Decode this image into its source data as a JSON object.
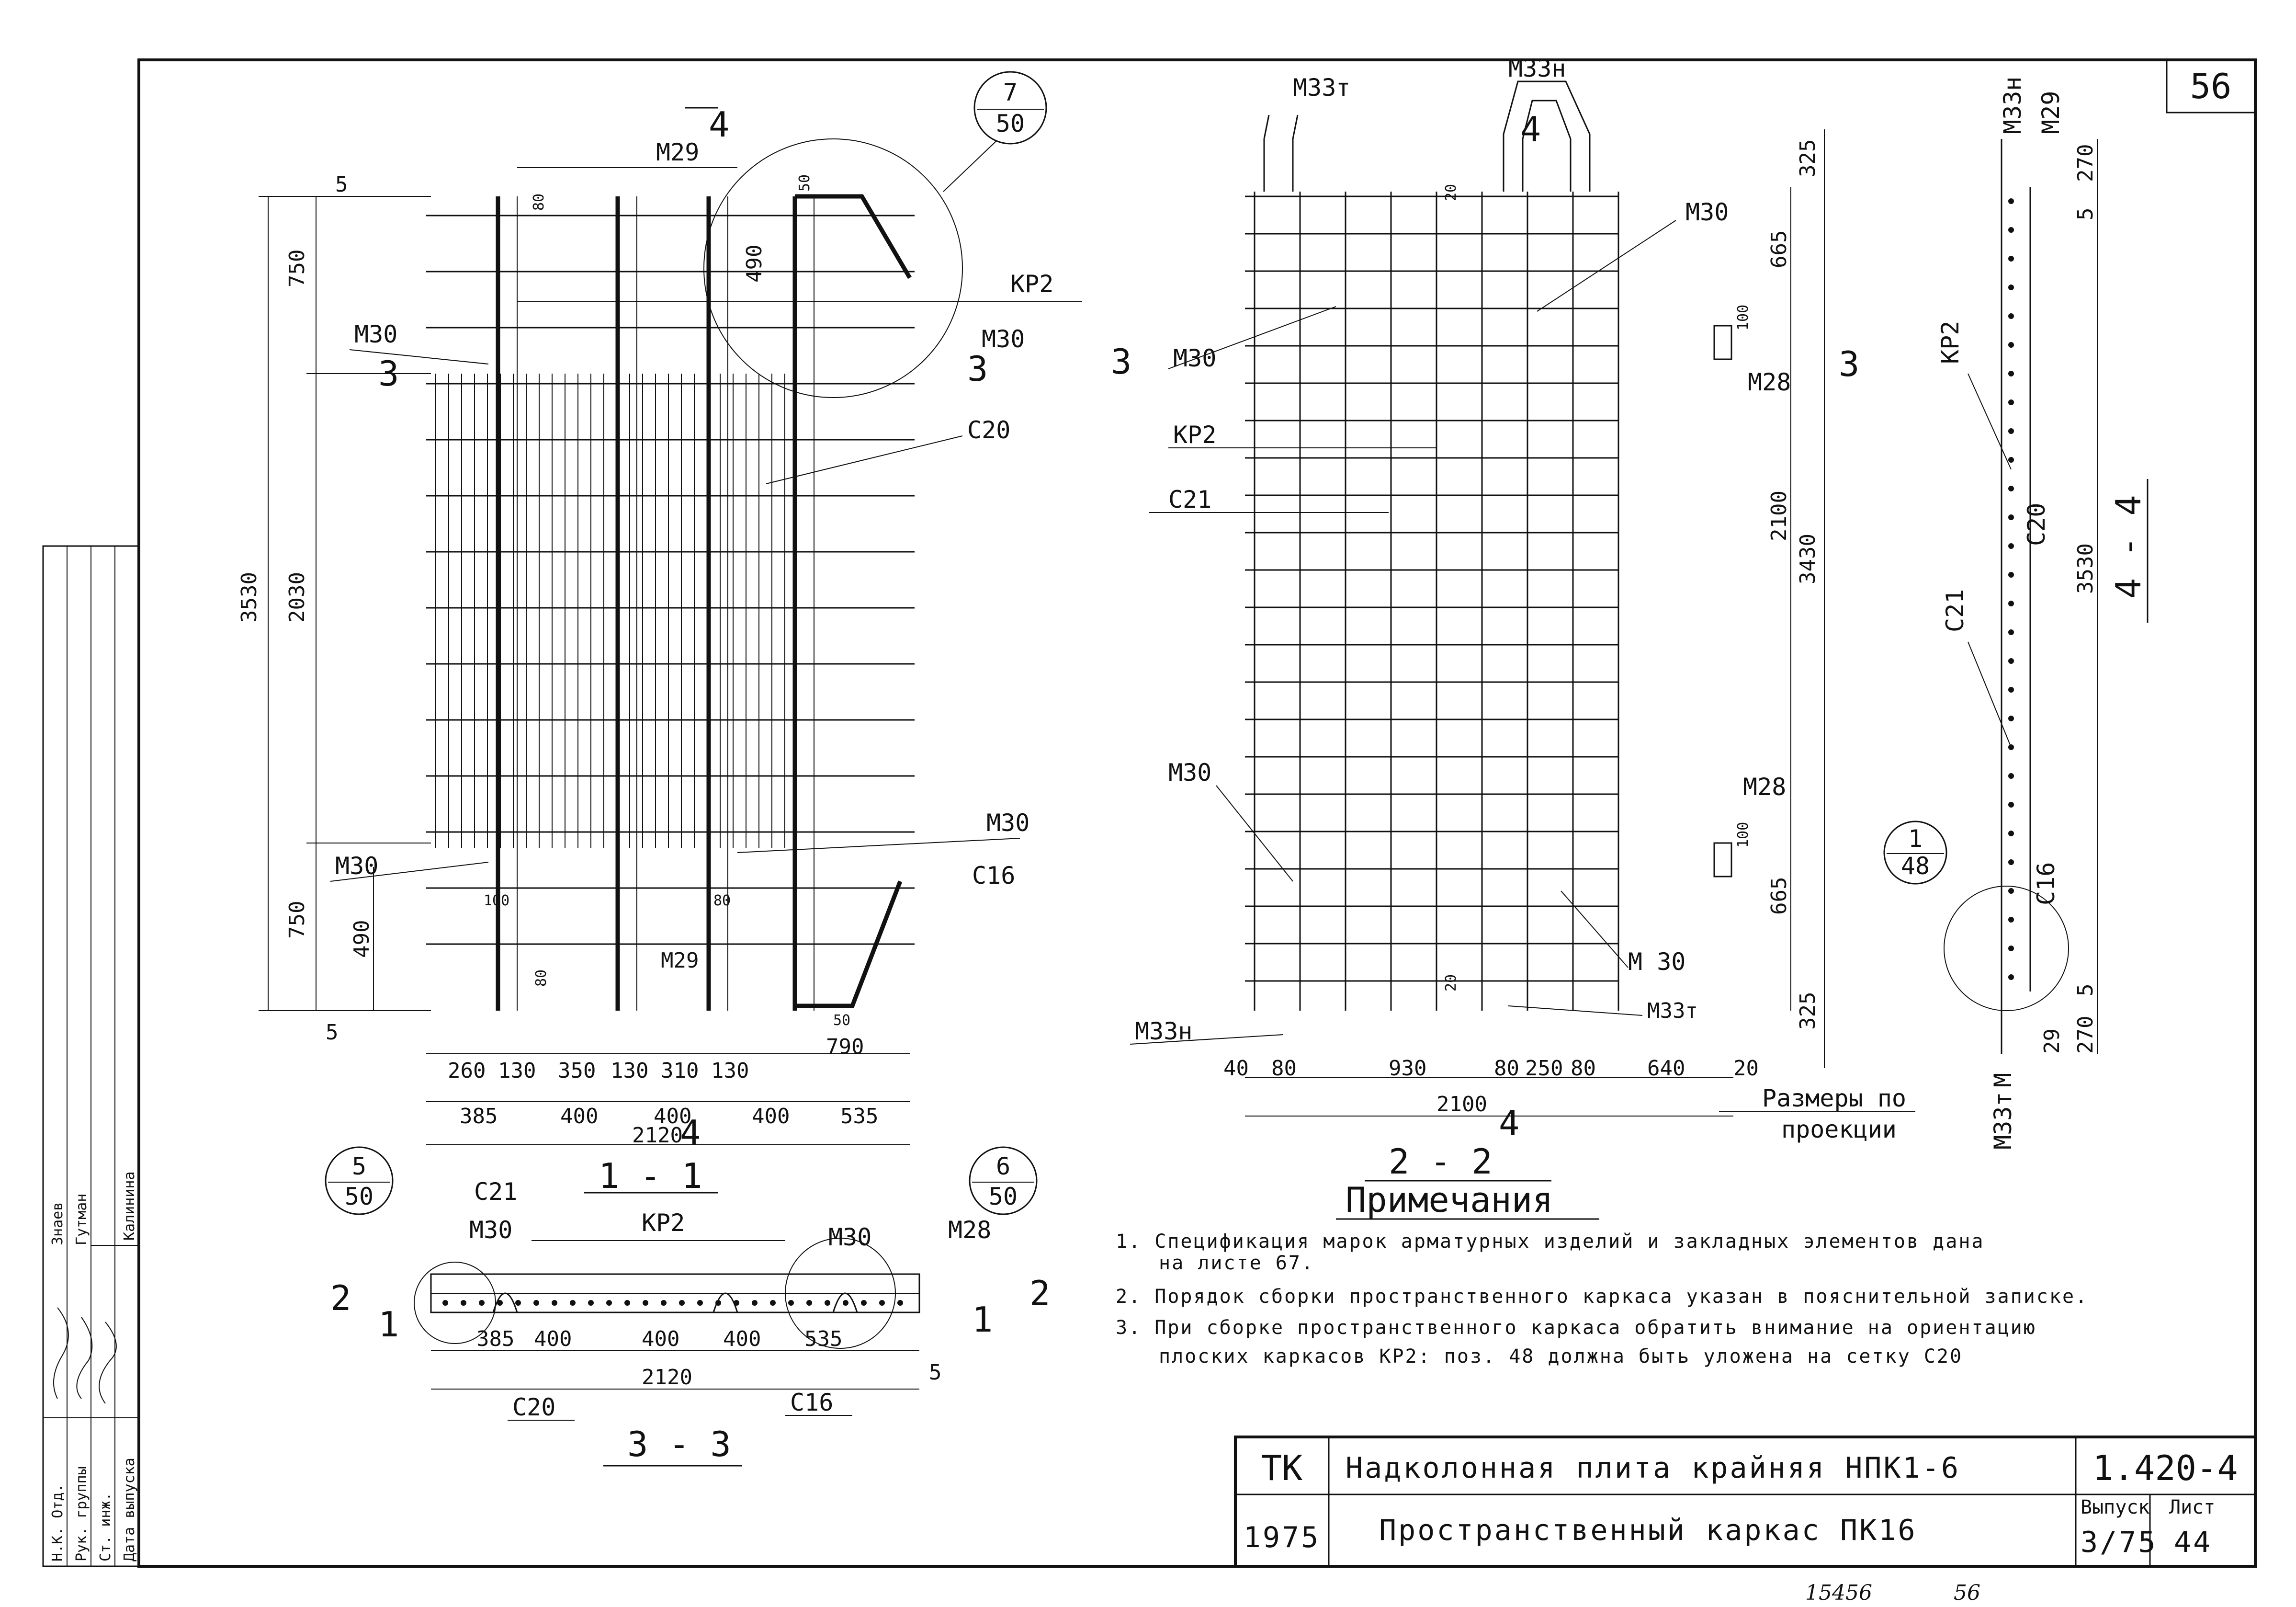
{
  "sheet_number": "56",
  "views": {
    "section_1_1": {
      "title": "1 - 1",
      "cut_marks": [
        "4",
        "4",
        "3",
        "3"
      ],
      "labels": [
        "М29",
        "М30",
        "М30",
        "КР2",
        "С20",
        "М30",
        "С16",
        "М30",
        "М29"
      ],
      "callout": {
        "top": "7",
        "bottom": "50"
      },
      "dims_vertical": [
        "5",
        "750",
        "3530",
        "2030",
        "750",
        "490",
        "5",
        "80",
        "490",
        "50",
        "100",
        "80",
        "80"
      ],
      "dims_bottom_row1": [
        "260",
        "130",
        "350",
        "130",
        "310",
        "130",
        "790"
      ],
      "dims_bottom_row2": [
        "385",
        "400",
        "400",
        "400",
        "535"
      ],
      "dims_bottom_total": "2120",
      "dim_corner": "50"
    },
    "section_2_2": {
      "title": "2 - 2",
      "cut_marks": [
        "4",
        "4",
        "3",
        "3"
      ],
      "labels": [
        "М33т",
        "М33н",
        "М30",
        "М30",
        "КР2",
        "С21",
        "М28",
        "М30",
        "М28",
        "М 30",
        "М33т",
        "М33н"
      ],
      "dims_vertical": [
        "325",
        "665",
        "100",
        "2100",
        "3430",
        "100",
        "665",
        "325",
        "20",
        "20"
      ],
      "dims_bottom_row1": [
        "40",
        "80",
        "930",
        "80",
        "250",
        "80",
        "640",
        "20"
      ],
      "dims_bottom_total": "2100",
      "note": [
        "Размеры по",
        "проекции"
      ]
    },
    "section_3_3": {
      "title": "3 - 3",
      "cut_marks": [
        "2",
        "1",
        "1",
        "2"
      ],
      "labels": [
        "С21",
        "М30",
        "КР2",
        "М30",
        "М28",
        "С20",
        "С16"
      ],
      "callout_left": {
        "top": "5",
        "bottom": "50"
      },
      "callout_right": {
        "top": "6",
        "bottom": "50"
      },
      "dims_row1": [
        "385",
        "400",
        "400",
        "400",
        "535",
        "5"
      ],
      "dims_total": "2120"
    },
    "section_4_4": {
      "title": "4 - 4",
      "labels": [
        "М33н",
        "М29",
        "КР2",
        "С20",
        "С21",
        "С16",
        "М33т",
        "М"
      ],
      "callout": {
        "top": "1",
        "bottom": "48"
      },
      "dims": [
        "270",
        "5",
        "3530",
        "5",
        "29",
        "270"
      ]
    }
  },
  "notes": {
    "heading": "Примечания",
    "items": [
      "1. Спецификация марок арматурных изделий и закладных элементов дана",
      "на листе 67.",
      "2. Порядок сборки пространственного каркаса указан в пояснительной записке.",
      "3. При сборке пространственного каркаса обратить внимание на ориентацию",
      "плоских каркасов КР2: поз. 48 должна быть уложена на сетку С20"
    ]
  },
  "title_block": {
    "org": "ТК",
    "year": "1975",
    "title": "Надколонная плита крайняя НПК1-6",
    "subtitle": "Пространственный каркас ПК16",
    "code": "1.420-4",
    "issue_label": "Выпуск",
    "issue": "3/75",
    "sheet_label": "Лист",
    "sheet": "44"
  },
  "stamp": {
    "rows": [
      "Н.К. Отд.",
      "Рук. группы",
      "Ст. инж.",
      "Дата выпуска"
    ],
    "names": [
      "Знаев",
      "Гутман",
      "Калинина"
    ]
  },
  "footer": {
    "left": "15456",
    "right": "56"
  }
}
